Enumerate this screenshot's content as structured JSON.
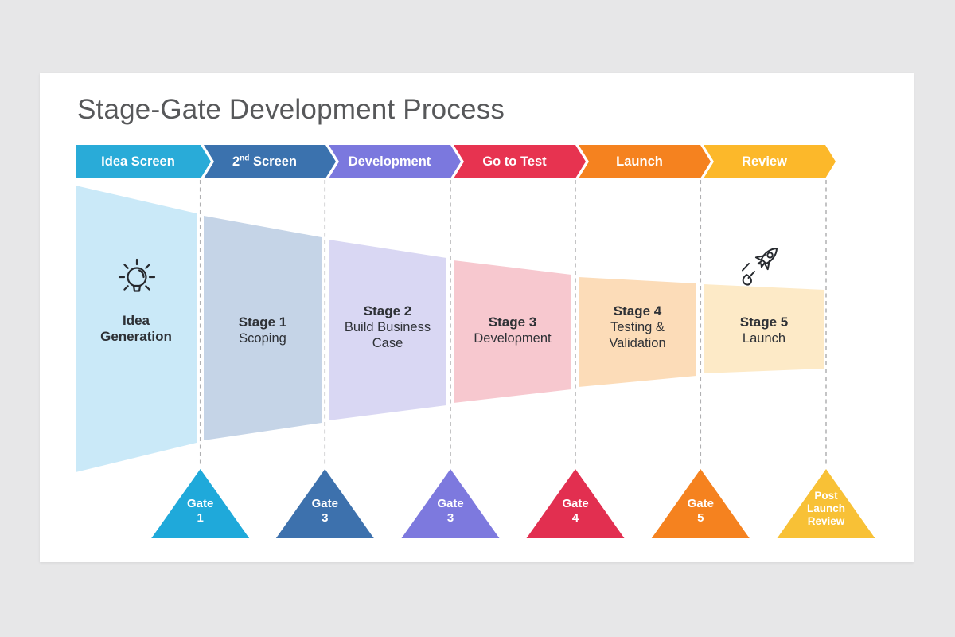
{
  "slide": {
    "title": "Stage-Gate Development Process",
    "background_color": "#e7e7e8",
    "card_color": "#ffffff",
    "title_color": "#57585a",
    "dashed_line_color": "#b0b0b2"
  },
  "banners": [
    {
      "label": "Idea Screen",
      "color": "#29abd8"
    },
    {
      "label": "2nd Screen",
      "base": "2",
      "sup": "nd",
      "rest": " Screen",
      "color": "#3b72ae"
    },
    {
      "label": "Development",
      "color": "#7b78de"
    },
    {
      "label": "Go to Test",
      "color": "#e73350"
    },
    {
      "label": "Launch",
      "color": "#f5821f"
    },
    {
      "label": "Review",
      "color": "#fcb82a"
    }
  ],
  "stages": [
    {
      "line1": "Idea",
      "line2": "Generation",
      "fill": "#cae9f8",
      "icon": "lightbulb-icon"
    },
    {
      "title": "Stage 1",
      "subtitle": "Scoping",
      "fill": "#c5d4e7"
    },
    {
      "title": "Stage 2",
      "subtitle": "Build Business Case",
      "fill": "#d9d7f3"
    },
    {
      "title": "Stage 3",
      "subtitle": "Development",
      "fill": "#f7c8cf"
    },
    {
      "title": "Stage 4",
      "subtitle": "Testing & Validation",
      "fill": "#fcdcb8"
    },
    {
      "title": "Stage 5",
      "subtitle": "Launch",
      "fill": "#fdeac7",
      "icon": "rocket-icon"
    }
  ],
  "gates": [
    {
      "label": "Gate 1",
      "lines": [
        "Gate",
        "1"
      ],
      "color": "#1fa9da"
    },
    {
      "label": "Gate 3",
      "lines": [
        "Gate",
        "3"
      ],
      "color": "#3d71ad"
    },
    {
      "label": "Gate 3",
      "lines": [
        "Gate",
        "3"
      ],
      "color": "#7d79de"
    },
    {
      "label": "Gate 4",
      "lines": [
        "Gate",
        "4"
      ],
      "color": "#e22f50"
    },
    {
      "label": "Gate 5",
      "lines": [
        "Gate",
        "5"
      ],
      "color": "#f5821f"
    },
    {
      "label": "Post Launch Review",
      "lines": [
        "Post",
        "Launch",
        "Review"
      ],
      "color": "#f8c136"
    }
  ]
}
